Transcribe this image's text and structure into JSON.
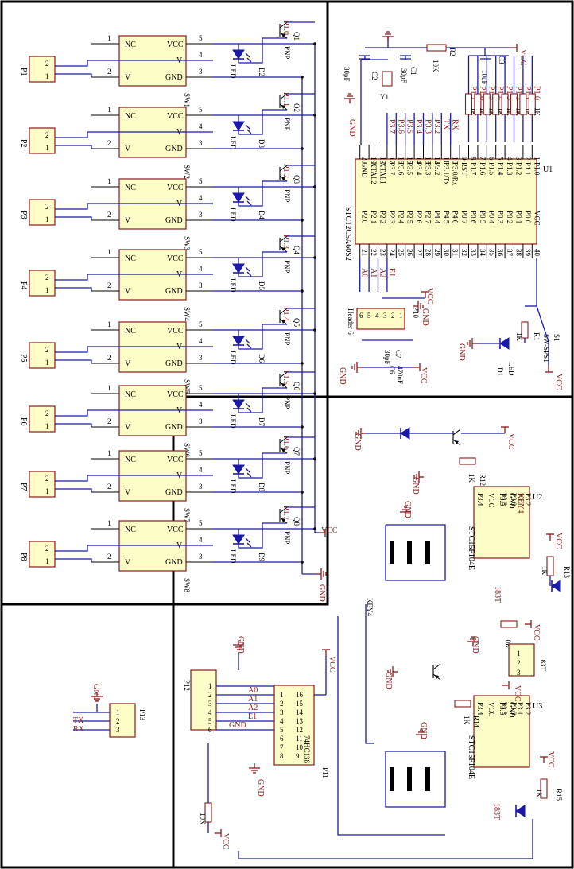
{
  "switch_module": {
    "pin_labels": [
      "NC",
      "V",
      "VCC",
      "V",
      "GND"
    ],
    "pin_numbers": [
      "1",
      "2",
      "5",
      "4",
      "3"
    ],
    "connector_pins": [
      "2",
      "1"
    ],
    "led_label": "LED",
    "transistor_label": "PNP",
    "units": [
      {
        "conn": "P1",
        "sw": "SW1",
        "port": "P1.0",
        "q": "Q1",
        "d": "D2"
      },
      {
        "conn": "P2",
        "sw": "SW2",
        "port": "P1.1",
        "q": "Q2",
        "d": "D3"
      },
      {
        "conn": "P3",
        "sw": "SW3",
        "port": "P1.2",
        "q": "Q3",
        "d": "D4"
      },
      {
        "conn": "P4",
        "sw": "SW4",
        "port": "P1.3",
        "q": "Q4",
        "d": "D5"
      },
      {
        "conn": "P5",
        "sw": "SW5",
        "port": "P1.4",
        "q": "Q5",
        "d": "D6"
      },
      {
        "conn": "P6",
        "sw": "SW6",
        "port": "P1.5",
        "q": "Q6",
        "d": "D7"
      },
      {
        "conn": "P7",
        "sw": "SW7",
        "port": "P1.6",
        "q": "Q7",
        "d": "D8"
      },
      {
        "conn": "P8",
        "sw": "SW8",
        "port": "P1.7",
        "q": "Q8",
        "d": "D9"
      }
    ],
    "vcc": "VCC",
    "gnd": "GND"
  },
  "mcu": {
    "name": "STC12C5A60S2",
    "ref": "U1",
    "left_pins": [
      "GND",
      "XTAL2",
      "XTAL1",
      "P3.7",
      "P3.6",
      "P3.5",
      "P3.4",
      "P3.3",
      "P3.2",
      "P3.1/Tx",
      "P3.0/Rx",
      "RST",
      "P1.7",
      "P1.6",
      "P1.5",
      "P1.4",
      "P1.3",
      "P1.2",
      "P1.1",
      "P1.0"
    ],
    "right_pins": [
      "P2.0",
      "P2.1",
      "P2.2",
      "P2.3",
      "P2.4",
      "P2.5",
      "P2.6",
      "P2.7",
      "P4.4",
      "P4.5",
      "P4.6",
      "P0.7",
      "P0.6",
      "P0.5",
      "P0.4",
      "P0.3",
      "P0.2",
      "P0.1",
      "P0.0",
      "VCC"
    ],
    "top_numbers": [
      "20",
      "19",
      "18",
      "17",
      "16",
      "15",
      "14",
      "13",
      "12",
      "11",
      "10",
      "9",
      "8",
      "7",
      "6",
      "5",
      "4",
      "3",
      "2",
      "1"
    ],
    "bottom_numbers": [
      "21",
      "22",
      "23",
      "24",
      "25",
      "26",
      "27",
      "28",
      "29",
      "30",
      "31",
      "32",
      "33",
      "34",
      "35",
      "36",
      "37",
      "38",
      "39",
      "40"
    ],
    "top_net_labels": [
      "P3.7",
      "P3.6",
      "P3.5",
      "P3.4",
      "P3.3",
      "P3.2",
      "TX",
      "RX"
    ],
    "resistor_labels": [
      "P1.7",
      "P1.6",
      "P1.5",
      "P1.4",
      "P1.3",
      "P1.2",
      "P1.1",
      "P1.0"
    ],
    "bottom_net_labels": [
      "A0",
      "A1",
      "A2",
      "E1"
    ],
    "c2": "C2",
    "c2_val": "30pF",
    "c1": "C1",
    "c1_val": "30pF",
    "y1": "Y1",
    "r2": "R2",
    "r2_val": "10K",
    "c3": "C3",
    "c3_val": "10uF",
    "header": "Header 6",
    "header_ref": "P10",
    "c7": "C7",
    "c7_val": "30pF",
    "c6": "C6",
    "c6_val": "470uF",
    "r1": "R1",
    "r1_val": "1K",
    "s1": "S1",
    "s1_type": "SW-SPST",
    "d1": "D1",
    "d1_label": "LED",
    "vcc": "VCC",
    "gnd": "GND"
  },
  "keypad": {
    "u2": "U2",
    "u3": "U3",
    "chip": "STC15F104E",
    "chip_left": [
      "P3.4",
      "VCC",
      "P3.5",
      "P3.0"
    ],
    "chip_right_top": [
      "P3.3",
      "GND",
      "P3.1",
      "P3.2"
    ],
    "net_key4": "KEY4",
    "net_183t": "183T",
    "r12": "R12",
    "r12_val": "1K",
    "r13": "R13",
    "r13_val": "1K",
    "r14": "R14",
    "r14_val": "1K",
    "r15": "R15",
    "r15_val": "1K",
    "r_10k": "10K",
    "conn_183t": "183T",
    "conn_pins": [
      "1",
      "2",
      "3"
    ],
    "vcc": "VCC",
    "gnd": "GND"
  },
  "decoder": {
    "p12": "P12",
    "p12_pins": [
      "1",
      "2",
      "3",
      "4",
      "5",
      "6"
    ],
    "nets": [
      "A0",
      "A1",
      "A2",
      "E1"
    ],
    "chip": "74HC138",
    "ref": "P11",
    "left_pins": [
      "1",
      "2",
      "3",
      "4",
      "5",
      "6",
      "7",
      "8"
    ],
    "right_pins": [
      "16",
      "15",
      "14",
      "13",
      "12",
      "11",
      "10",
      "9"
    ],
    "r_val": "10K",
    "vcc": "VCC",
    "gnd": "GND"
  },
  "serial": {
    "ref": "P13",
    "pins": [
      "1",
      "2",
      "3"
    ],
    "gnd": "GND",
    "tx": "TX",
    "rx": "RX"
  }
}
